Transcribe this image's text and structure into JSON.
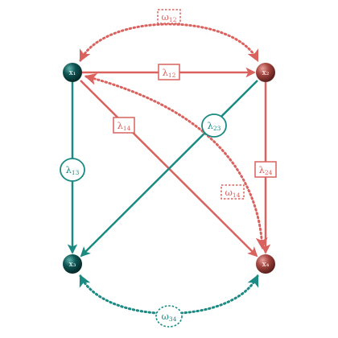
{
  "colors": {
    "teal": "#1a8a82",
    "salmon": "#d9625f",
    "node_teal": "#0e5553",
    "node_red": "#a84842",
    "background": "#ffffff"
  },
  "nodes": [
    {
      "id": "x1",
      "label": "x₁",
      "color": "node_teal"
    },
    {
      "id": "x2",
      "label": "x₂",
      "color": "node_red"
    },
    {
      "id": "x3",
      "label": "x₃",
      "color": "node_teal"
    },
    {
      "id": "x4",
      "label": "x₄",
      "color": "node_red"
    }
  ],
  "edges": [
    {
      "id": "lambda12",
      "from": "x1",
      "to": "x2",
      "label_base": "λ",
      "label_sub": "12",
      "style": "solid",
      "color": "salmon",
      "label_shape": "rect"
    },
    {
      "id": "lambda14",
      "from": "x1",
      "to": "x4",
      "label_base": "λ",
      "label_sub": "14",
      "style": "solid",
      "color": "salmon",
      "label_shape": "rect"
    },
    {
      "id": "lambda24",
      "from": "x2",
      "to": "x4",
      "label_base": "λ",
      "label_sub": "24",
      "style": "solid",
      "color": "salmon",
      "label_shape": "rect"
    },
    {
      "id": "lambda13",
      "from": "x1",
      "to": "x3",
      "label_base": "λ",
      "label_sub": "13",
      "style": "solid",
      "color": "teal",
      "label_shape": "ellipse"
    },
    {
      "id": "lambda23",
      "from": "x2",
      "to": "x3",
      "label_base": "λ",
      "label_sub": "23",
      "style": "solid",
      "color": "teal",
      "label_shape": "ellipse"
    },
    {
      "id": "omega12",
      "from": "x1",
      "to": "x2",
      "label_base": "ω",
      "label_sub": "12",
      "style": "dotted",
      "color": "salmon",
      "label_shape": "dashed-rect",
      "bidirectional": true
    },
    {
      "id": "omega14",
      "from": "x1",
      "to": "x4",
      "label_base": "ω",
      "label_sub": "14",
      "style": "dotted",
      "color": "salmon",
      "label_shape": "dashed-rect",
      "bidirectional": true
    },
    {
      "id": "omega34",
      "from": "x3",
      "to": "x4",
      "label_base": "ω",
      "label_sub": "34",
      "style": "dotted",
      "color": "teal",
      "label_shape": "dashed-ellipse",
      "bidirectional": true
    }
  ]
}
